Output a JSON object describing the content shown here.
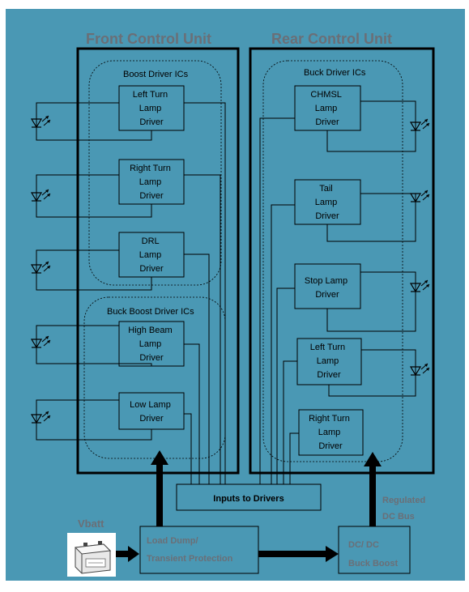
{
  "front_unit": {
    "title": "Front Control Unit",
    "boost_group": "Boost Driver ICs",
    "buck_boost_group": "Buck Boost Driver ICs",
    "drivers": [
      [
        "Left Turn",
        "Lamp",
        "Driver"
      ],
      [
        "Right Turn",
        "Lamp",
        "Driver"
      ],
      [
        "DRL",
        "Lamp",
        "Driver"
      ],
      [
        "High Beam",
        "Lamp",
        "Driver"
      ],
      [
        "Low Lamp",
        "Driver"
      ]
    ]
  },
  "rear_unit": {
    "title": "Rear Control Unit",
    "buck_group": "Buck Driver ICs",
    "drivers": [
      [
        "CHMSL",
        "Lamp",
        "Driver"
      ],
      [
        "Tail",
        "Lamp",
        "Driver"
      ],
      [
        "Stop Lamp",
        "Driver"
      ],
      [
        "Left Turn",
        "Lamp",
        "Driver"
      ],
      [
        "Right Turn",
        "Lamp",
        "Driver"
      ]
    ]
  },
  "inputs_box": "Inputs to Drivers",
  "vbatt": "Vbatt",
  "load_dump": [
    "Load Dump/",
    "Transient Protection"
  ],
  "regulated_bus": [
    "Regulated",
    "DC Bus"
  ],
  "dcdc": [
    "DC/ DC",
    "Buck Boost"
  ],
  "colors": {
    "background": "#4a98b4",
    "title": "#6a6f77",
    "stroke": "#000000"
  }
}
